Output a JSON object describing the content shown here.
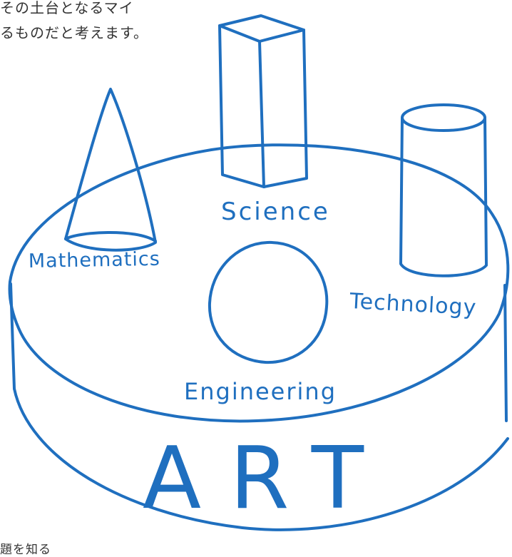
{
  "text": {
    "line1": "その土台となるマイ",
    "line2": "るものだと考えます。",
    "caption": "題を知る"
  },
  "diagram": {
    "labels": {
      "science": "Science",
      "mathematics": "Mathematics",
      "technology": "Technology",
      "engineering": "Engineering",
      "art": "ART"
    },
    "colors": {
      "stroke": "#1f6fbf",
      "text": "#333333",
      "background": "#ffffff"
    }
  }
}
